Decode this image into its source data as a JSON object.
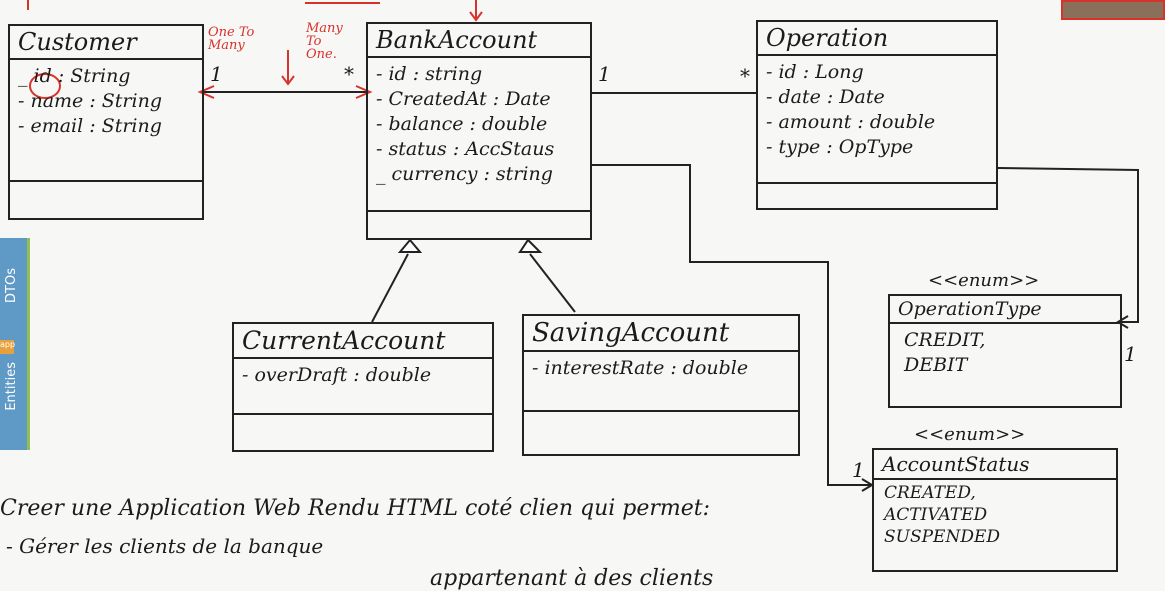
{
  "classes": {
    "customer": {
      "name": "Customer",
      "attrs": [
        "_ id : String",
        "- name : String",
        "- email : String"
      ]
    },
    "bankaccount": {
      "name": "BankAccount",
      "attrs": [
        "- id : string",
        "- CreatedAt : Date",
        "- balance : double",
        "- status : AccStaus",
        "_ currency : string"
      ]
    },
    "operation": {
      "name": "Operation",
      "attrs": [
        "- id : Long",
        "- date : Date",
        "- amount : double",
        "- type : OpType"
      ]
    },
    "currentaccount": {
      "name": "CurrentAccount",
      "attrs": [
        "- overDraft : double"
      ]
    },
    "savingaccount": {
      "name": "SavingAccount",
      "attrs": [
        "- interestRate : double"
      ]
    },
    "operationtype": {
      "stereotype": "<<enum>>",
      "name": "OperationType",
      "values": [
        "CREDIT,",
        "DEBIT"
      ]
    },
    "accountstatus": {
      "stereotype": "<<enum>>",
      "name": "AccountStatus",
      "values": [
        "CREATED,",
        "ACTIVATED",
        "SUSPENDED"
      ]
    }
  },
  "annotations": {
    "one_to_many": "One To Many",
    "many_to_one": "Many To One."
  },
  "multiplicities": {
    "cust_bank_left": "1",
    "cust_bank_right": "*",
    "bank_op_left": "1",
    "bank_op_right": "*",
    "optype": "1",
    "accstatus": "1"
  },
  "side_panel": {
    "top_label": "DTOs",
    "tag": "app",
    "bottom_label": "Entities"
  },
  "footer": {
    "line1": "Creer une Application Web Rendu HTML coté clien qui permet:",
    "line2": "- Gérer les clients de la banque",
    "line3": "appartenant à des clients"
  },
  "colors": {
    "ink": "#1b1b1b",
    "annotation": "#d8332b",
    "panel": "#5f99c6"
  }
}
